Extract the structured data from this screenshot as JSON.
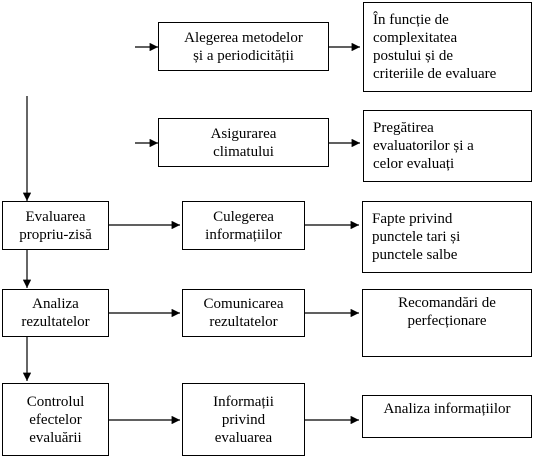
{
  "diagram": {
    "rows": [
      {
        "middle": [
          "Alegerea metodelor",
          "și a periodicității"
        ],
        "right": [
          "În funcție de",
          "complexitatea",
          "postului și de",
          "criteriile de evaluare"
        ]
      },
      {
        "middle": [
          "Asigurarea",
          "climatului"
        ],
        "right": [
          "Pregătirea",
          "evaluatorilor și a",
          "celor evaluați"
        ]
      },
      {
        "left": [
          "Evaluarea",
          "propriu-zisă"
        ],
        "middle": [
          "Culegerea",
          "informațiilor"
        ],
        "right": [
          "Fapte privind",
          "punctele tari și",
          "punctele salbe"
        ]
      },
      {
        "left": [
          "Analiza",
          "rezultatelor"
        ],
        "middle": [
          "Comunicarea",
          "rezultatelor"
        ],
        "right": [
          "Recomandări de",
          "perfecționare"
        ]
      },
      {
        "left": [
          "Controlul",
          "efectelor",
          "evaluării"
        ],
        "middle": [
          "Informații",
          "privind",
          "evaluarea"
        ],
        "right": [
          "Analiza informațiilor"
        ]
      }
    ]
  }
}
